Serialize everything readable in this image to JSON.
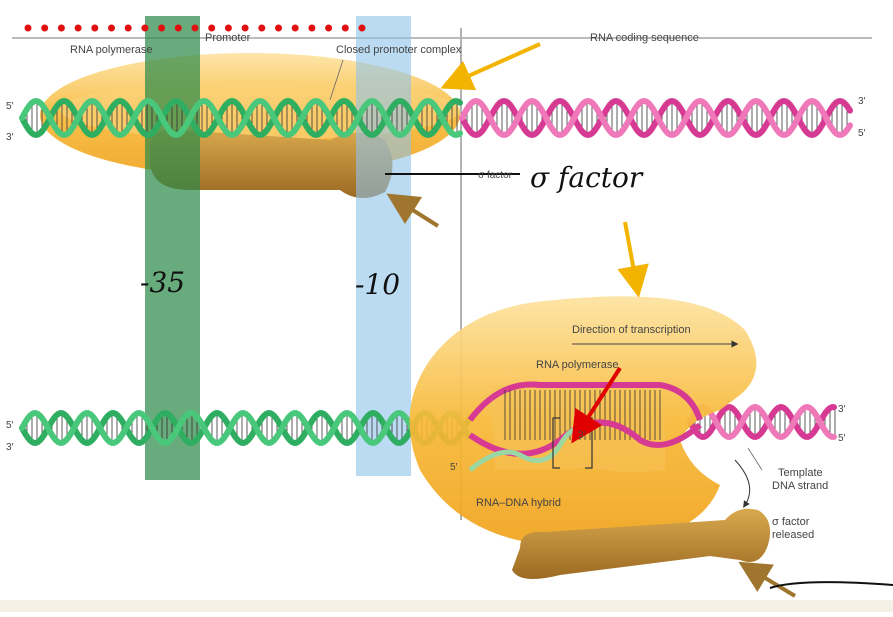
{
  "labels": {
    "rna_polymerase_top": "RNA polymerase",
    "promoter": "Promoter",
    "closed_complex": "Closed promoter complex",
    "rna_coding": "RNA coding sequence",
    "sigma_small": "σ factor",
    "direction": "Direction of transcription",
    "rna_polymerase_bottom": "RNA polymerase",
    "template_strand": "Template\nDNA strand",
    "sigma_released": "σ factor\nreleased",
    "hybrid": "RNA–DNA hybrid",
    "end5_top": "5′",
    "end3_top": "3′",
    "end3_top_right": "3′",
    "end5_top_right": "5′",
    "end5_bottom": "5′",
    "end3_bottom": "3′",
    "end3_bottom_right": "3′",
    "end5_bottom_right": "5′",
    "end3_rna": "3′",
    "end5_rna": "5′"
  },
  "annotations": {
    "sigma_handwritten": "σ factor",
    "minus35": "-35",
    "minus10": "-10"
  },
  "colors": {
    "dna_green": "#2fae62",
    "dna_pink": "#d63a93",
    "polymerase": "#f5b430",
    "sigma": "#b88838",
    "arrow_orange": "#f2b400",
    "highlight_green": "#2e8b4a",
    "highlight_blue": "#8ec3ea",
    "dots_red": "#e01010",
    "pointer_red": "#e00000"
  }
}
